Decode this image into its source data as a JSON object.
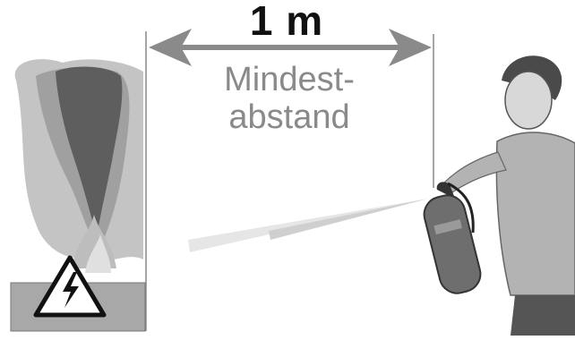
{
  "distance_label": "1 m",
  "caption": {
    "line1": "Mindest-",
    "line2": "abstand"
  },
  "icons": {
    "hazard": "electrical-hazard-warning-icon",
    "extinguisher": "fire-extinguisher-icon",
    "fire": "fire-smoke-icon",
    "person": "person-icon"
  },
  "colors": {
    "arrow": "#8a8a8a",
    "smoke_dark": "#5a5a5a",
    "smoke_light": "#bdbdbd",
    "extinguisher": "#6e6e6e",
    "shirt": "#b3b3b3"
  }
}
